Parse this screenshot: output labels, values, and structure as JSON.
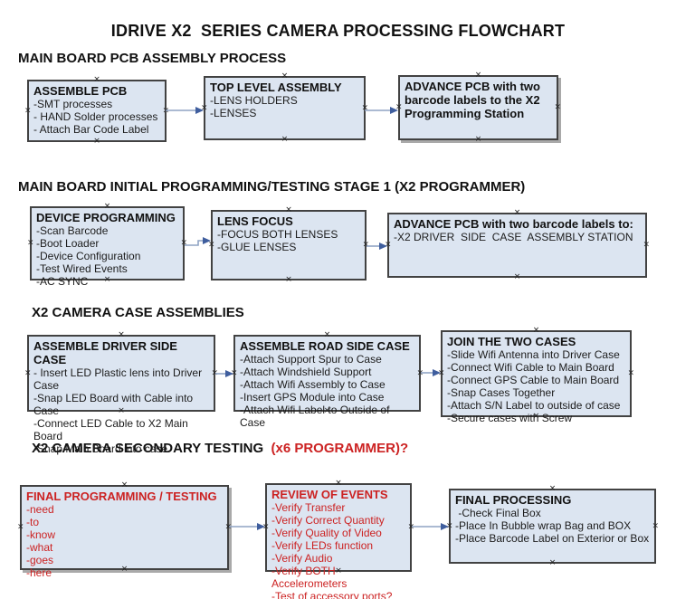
{
  "title": "IDRIVE X2  SERIES CAMERA PROCESSING FLOWCHART",
  "glue_mark": "×",
  "colors": {
    "box_fill": "#dce5f1",
    "box_border": "#424242",
    "connector_line": "#8fa3c4",
    "arrow_head": "#3f5e9e",
    "red_text": "#cc2222"
  },
  "sections": [
    {
      "heading": "MAIN BOARD PCB ASSEMBLY PROCESS",
      "boxes": [
        {
          "title": "ASSEMBLE PCB",
          "items": [
            "-SMT processes",
            "- HAND Solder processes",
            "- Attach Bar Code Label"
          ]
        },
        {
          "title": "TOP LEVEL ASSEMBLY",
          "items": [
            "-LENS HOLDERS",
            "-LENSES"
          ]
        },
        {
          "title": "ADVANCE PCB with two barcode labels to the X2 Programming Station",
          "items": []
        }
      ]
    },
    {
      "heading": "MAIN BOARD INITIAL PROGRAMMING/TESTING STAGE 1 (X2 PROGRAMMER)",
      "boxes": [
        {
          "title": "DEVICE PROGRAMMING",
          "items": [
            "-Scan Barcode",
            "-Boot Loader",
            "-Device Configuration",
            "-Test Wired Events",
            "-AC SYNC"
          ]
        },
        {
          "title": "LENS FOCUS",
          "items": [
            "-FOCUS BOTH LENSES",
            "-GLUE LENSES"
          ]
        },
        {
          "title": "ADVANCE PCB with two barcode labels to:",
          "items": [
            "-X2 DRIVER  SIDE  CASE  ASSEMBLY STATION"
          ]
        }
      ]
    },
    {
      "heading": "X2 CAMERA CASE ASSEMBLIES",
      "boxes": [
        {
          "title": "ASSEMBLE DRIVER SIDE CASE",
          "items": [
            "- Insert LED Plastic lens into Driver Case",
            "-Snap LED Board with Cable into Case",
            "-Connect LED Cable to X2 Main Board",
            "-Snap Main Board into case"
          ]
        },
        {
          "title": "ASSEMBLE ROAD SIDE CASE",
          "items": [
            "-Attach Support Spur to Case",
            "-Attach Windshield Support",
            "-Attach Wifi Assembly to Case",
            "-Insert GPS Module into Case",
            "-Attach Wifi Label to Outside of Case"
          ]
        },
        {
          "title": "JOIN THE TWO CASES",
          "items": [
            "-Slide Wifi Antenna into Driver Case",
            "-Connect Wifi Cable to Main Board",
            "-Connect GPS Cable to Main Board",
            "-Snap Cases Together",
            "-Attach S/N Label to outside of case",
            "-Secure cases with Screw"
          ]
        }
      ]
    },
    {
      "heading": "X2 CAMERA SECONDARY TESTING ",
      "heading_red": " (x6 PROGRAMMER)?",
      "boxes": [
        {
          "title": "FINAL PROGRAMMING / TESTING",
          "items": [
            "-need",
            "-to",
            "-know",
            "-what",
            "-goes",
            "-here"
          ]
        },
        {
          "title": "REVIEW OF EVENTS",
          "items": [
            "-Verify Transfer",
            "-Verify Correct Quantity",
            "-Verify Quality of Video",
            "-Verify LEDs function",
            "-Verify Audio",
            "-Verify BOTH Accelerometers",
            "-Test of accessory ports?"
          ]
        },
        {
          "title": "FINAL PROCESSING",
          "items": [
            " -Check Final Box",
            "-Place In Bubble wrap Bag and BOX",
            "-Place Barcode Label on Exterior or Box"
          ]
        }
      ]
    }
  ]
}
